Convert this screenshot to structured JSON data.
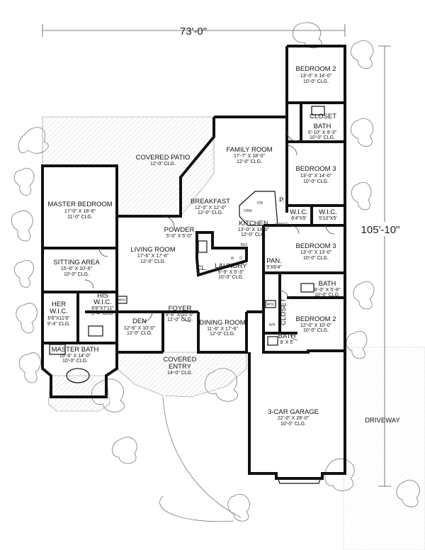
{
  "dimensions": {
    "width": "73'-0\"",
    "depth": "105'-10\""
  },
  "rooms": {
    "bedroom2_top": {
      "name": "BEDROOM 2",
      "size": "13'-0\" X 14'-0\"",
      "ceiling": "10'-0\" CLG."
    },
    "closet_top": {
      "name": "CLOSET"
    },
    "bath_top": {
      "name": "BATH",
      "size": "5'-10\" X 9'-3\"",
      "ceiling": "10'-0\" CLG."
    },
    "family": {
      "name": "FAMILY ROOM",
      "size": "17'-7\" X 18'-0\"",
      "ceiling": "12'-0\" CLG."
    },
    "patio": {
      "name": "COVERED PATIO",
      "ceiling": "12'-0\" CLG."
    },
    "bedroom3_a": {
      "name": "BEDROOM 3",
      "size": "13'-0\" X 14'-0\"",
      "ceiling": "10'-0\" CLG."
    },
    "master": {
      "name": "MASTER BEDROOM",
      "size": "17'-0\" X 18'-6\"",
      "ceiling": "11'-0\" CLG."
    },
    "breakfast": {
      "name": "BREAKFAST",
      "size": "12'-0\" X 12'-0\"",
      "ceiling": "12'-0\" CLG."
    },
    "p": {
      "name": "P."
    },
    "wic1": {
      "name": "W.I.C.",
      "size": "6'4\"X5'"
    },
    "wic2": {
      "name": "W.I.C.",
      "size": "5'10\"X5'"
    },
    "kitchen": {
      "name": "KITCHEN",
      "size": "13'-0\" X 13'-0\"",
      "ceiling": "12'-0\" CLG."
    },
    "powder": {
      "name": "POWDER",
      "size": "5'-0\" X 5'-0\""
    },
    "living": {
      "name": "LIVING ROOM",
      "size": "17'-6\" X 17'-6\"",
      "ceiling": "12'-0\" CLG."
    },
    "sitting": {
      "name": "SITTING AREA",
      "size": "15'-6\" X 10'-6\"",
      "ceiling": "10'-0\" CLG."
    },
    "cl": {
      "name": "CL."
    },
    "laundry": {
      "name": "LAUNDRY",
      "size": "9'-9\" X 5'-3\"",
      "ceiling": "10'-0\" CLG."
    },
    "pan": {
      "name": "PAN.",
      "size": "5'X6'4\""
    },
    "bedroom3_b": {
      "name": "BEDROOM 3",
      "size": "13'-0\" X 13'-0\"",
      "ceiling": "10'-0\" CLG."
    },
    "her_wic": {
      "name1": "HER",
      "name2": "W.I.C.",
      "size": "6'6\"X11'6\"",
      "ceiling": "9'-4\" CLG."
    },
    "his_wic": {
      "name1": "HIS",
      "name2": "W.I.C.",
      "size": "6'6\"X7'11\"",
      "ceiling": "9'-4\" CLG."
    },
    "bath_b": {
      "name": "BATH",
      "size": "8'-0\" X 5'-9\"",
      "ceiling": "10'-0\" CLG."
    },
    "closet_b": {
      "name": "CLOSET"
    },
    "bedroom2_b": {
      "name": "BEDROOM 2",
      "size": "12'-0\" X 10'-0\"",
      "ceiling": "10'-0\" CLG."
    },
    "den": {
      "name": "DEN",
      "size": "12'-6\" X 10'-0\"",
      "ceiling": "12'-0\" CLG."
    },
    "foyer": {
      "name": "FOYER",
      "size": "8'-6\" X 10'-0\"",
      "ceiling": "12'-0\" CLG."
    },
    "dining": {
      "name": "DINING ROOM",
      "size": "11'-6\" X 17'-6\"",
      "ceiling": "12'-0\" CLG."
    },
    "bath_c": {
      "name": "BATH",
      "size": "8' X 5'"
    },
    "master_bath": {
      "name": "MASTER BATH",
      "size": "10'-6\" X 14'-0\"",
      "ceiling": "10'-0\" CLG."
    },
    "entry": {
      "name1": "COVERED",
      "name2": "ENTRY",
      "ceiling": "14'-0\" CLG."
    },
    "garage": {
      "name": "3-CAR GARAGE",
      "size": "22'-0\" X 28'-0\"",
      "ceiling": "10'-0\" CLG."
    },
    "driveway": {
      "name": "DRIVEWAY"
    }
  },
  "fixtures": {
    "ahu1": "AHU",
    "ahu2": "AHU",
    "dw": "DW",
    "range": "RANGE",
    "ref": "REF.",
    "w": "W",
    "d": "D",
    "wh": "WH",
    "sink": "SINK"
  }
}
